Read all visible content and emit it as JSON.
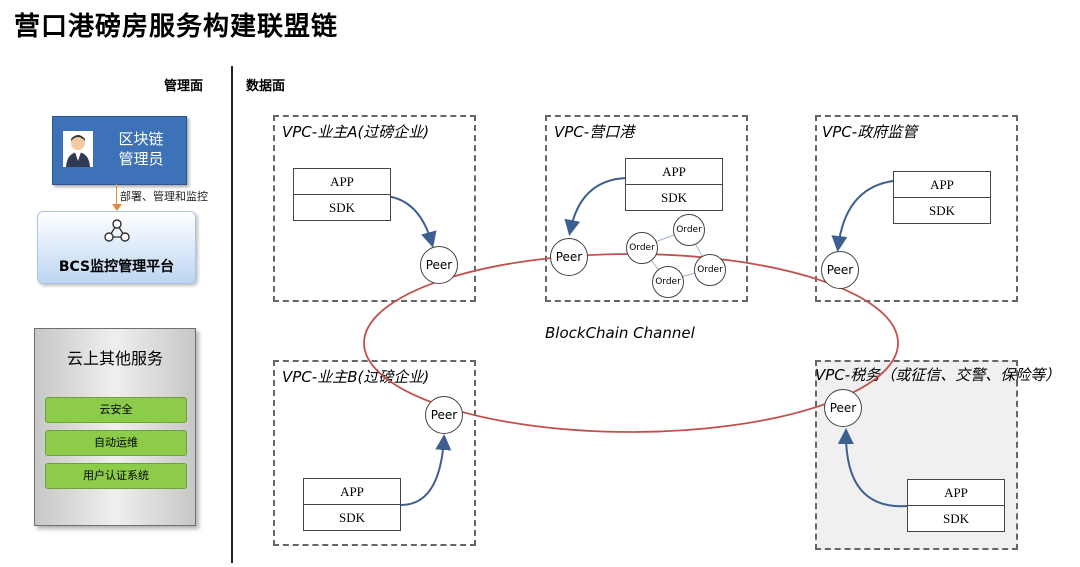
{
  "title": "营口港磅房服务构建联盟链",
  "management_label": "管理面",
  "data_plane_label": "数据面",
  "admin": {
    "line1": "区块链",
    "line2": "管理员"
  },
  "admin_edge_label": "部署、管理和监控",
  "bcs_label": "BCS监控管理平台",
  "other_services": {
    "title": "云上其他服务",
    "items": [
      "云安全",
      "自动运维",
      "用户认证系统"
    ]
  },
  "vpcs": {
    "a": {
      "title": "VPC-业主A(过磅企业)"
    },
    "port": {
      "title": "VPC-营口港"
    },
    "gov": {
      "title": "VPC-政府监管"
    },
    "b": {
      "title": "VPC-业主B(过磅企业)"
    },
    "tax": {
      "title": "VPC-税务（或征信、交警、保险等）"
    }
  },
  "labels": {
    "app": "APP",
    "sdk": "SDK",
    "peer": "Peer",
    "order": "Order"
  },
  "channel_label": "BlockChain Channel",
  "colors": {
    "channel": "#c0504d",
    "arrow": "#3d5f8f",
    "admin_box": "#3d72b8",
    "service_item": "#8ccc4a",
    "order_link": "#9db3d6"
  }
}
